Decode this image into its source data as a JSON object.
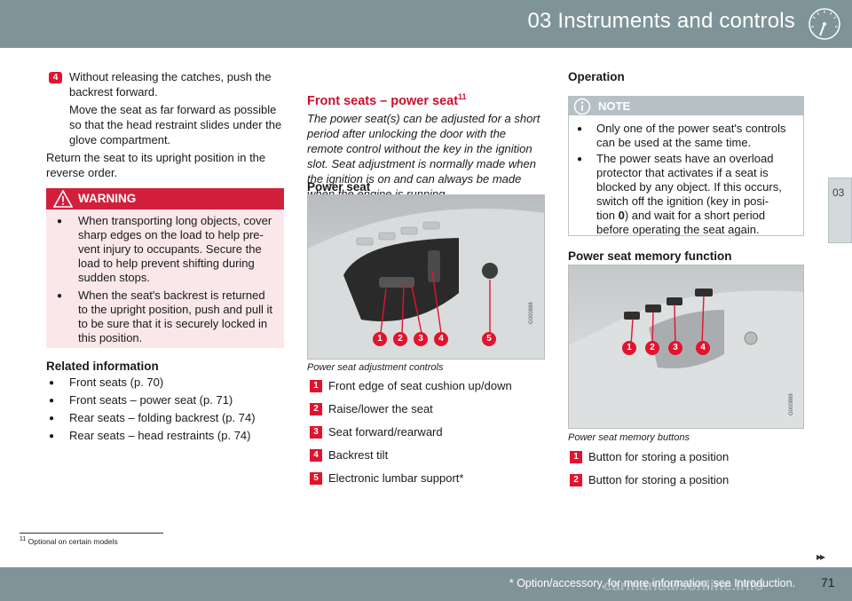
{
  "header": {
    "title": "03 Instruments and controls",
    "icon": "gauge-icon"
  },
  "side_tab": {
    "label": "03"
  },
  "col1": {
    "step4_badge": "4",
    "step4_line1": "Without releasing the catches, push the",
    "step4_line2": "backrest forward.",
    "step4_sub1": "Move the seat as far forward as possible",
    "step4_sub2": "so that the head restraint slides under the",
    "step4_sub3": "glove compartment.",
    "return1": "Return the seat to its upright position in the",
    "return2": "reverse order.",
    "warning": {
      "label": "WARNING",
      "b1_l1": "When transporting long objects, cover",
      "b1_l2": "sharp edges on the load to help pre-",
      "b1_l3": "vent injury to occupants. Secure the",
      "b1_l4": "load to help prevent shifting during",
      "b1_l5": "sudden stops.",
      "b2_l1": "When the seat's backrest is returned",
      "b2_l2": "to the upright position, push and pull it",
      "b2_l3": "to be sure that it is securely locked in",
      "b2_l4": "this position."
    },
    "related_title": "Related information",
    "related": [
      "Front seats (p. 70)",
      "Front seats – power seat (p. 71)",
      "Rear seats – folding backrest (p. 74)",
      "Rear seats – head restraints (p. 74)"
    ]
  },
  "col2": {
    "title": "Front seats – power seat",
    "title_sup": "11",
    "intro1": "The power seat(s) can be adjusted for a short",
    "intro2": "period after unlocking the door with the",
    "intro3": "remote control without the key in the ignition",
    "intro4": "slot. Seat adjustment is normally made when",
    "intro5": "the ignition is on and can always be made",
    "intro6": "when the engine is running.",
    "subhead": "Power seat",
    "photo_code": "G000888",
    "callouts": [
      "1",
      "2",
      "3",
      "4",
      "5"
    ],
    "caption": "Power seat adjustment controls",
    "legend": [
      {
        "n": "1",
        "text": "Front edge of seat cushion up/down"
      },
      {
        "n": "2",
        "text": "Raise/lower the seat"
      },
      {
        "n": "3",
        "text": "Seat forward/rearward"
      },
      {
        "n": "4",
        "text": "Backrest tilt"
      },
      {
        "n": "5",
        "text": "Electronic lumbar support*"
      }
    ]
  },
  "col3": {
    "operation": "Operation",
    "note": {
      "label": "NOTE",
      "b1_l1": "Only one of the power seat's controls",
      "b1_l2": "can be used at the same time.",
      "b2_l1": "The power seats have an overload",
      "b2_l2": "protector that activates if a seat is",
      "b2_l3": "blocked by any object. If this occurs,",
      "b2_l4": "switch off the ignition (key in posi-",
      "b2_l5a": "tion ",
      "b2_l5b": "0",
      "b2_l5c": ") and wait for a short period",
      "b2_l6": "before operating the seat again."
    },
    "memory_title": "Power seat memory function",
    "photo_code": "G000888",
    "callouts": [
      "1",
      "2",
      "3",
      "4"
    ],
    "caption": "Power seat memory buttons",
    "legend": [
      {
        "n": "1",
        "text": "Button for storing a position"
      },
      {
        "n": "2",
        "text": "Button for storing a position"
      }
    ]
  },
  "footnote": {
    "num": "11",
    "text": "Optional on certain models"
  },
  "footer": {
    "note": "* Option/accessory, for more information, see Introduction.",
    "page": "71",
    "arrows": "▸▸",
    "watermark": "carmanualsonline.info"
  },
  "colors": {
    "header": "#7f9498",
    "accent_red": "#e2132e",
    "warning_bg": "#f9e7ea",
    "note_bar": "#b5c1c4"
  }
}
